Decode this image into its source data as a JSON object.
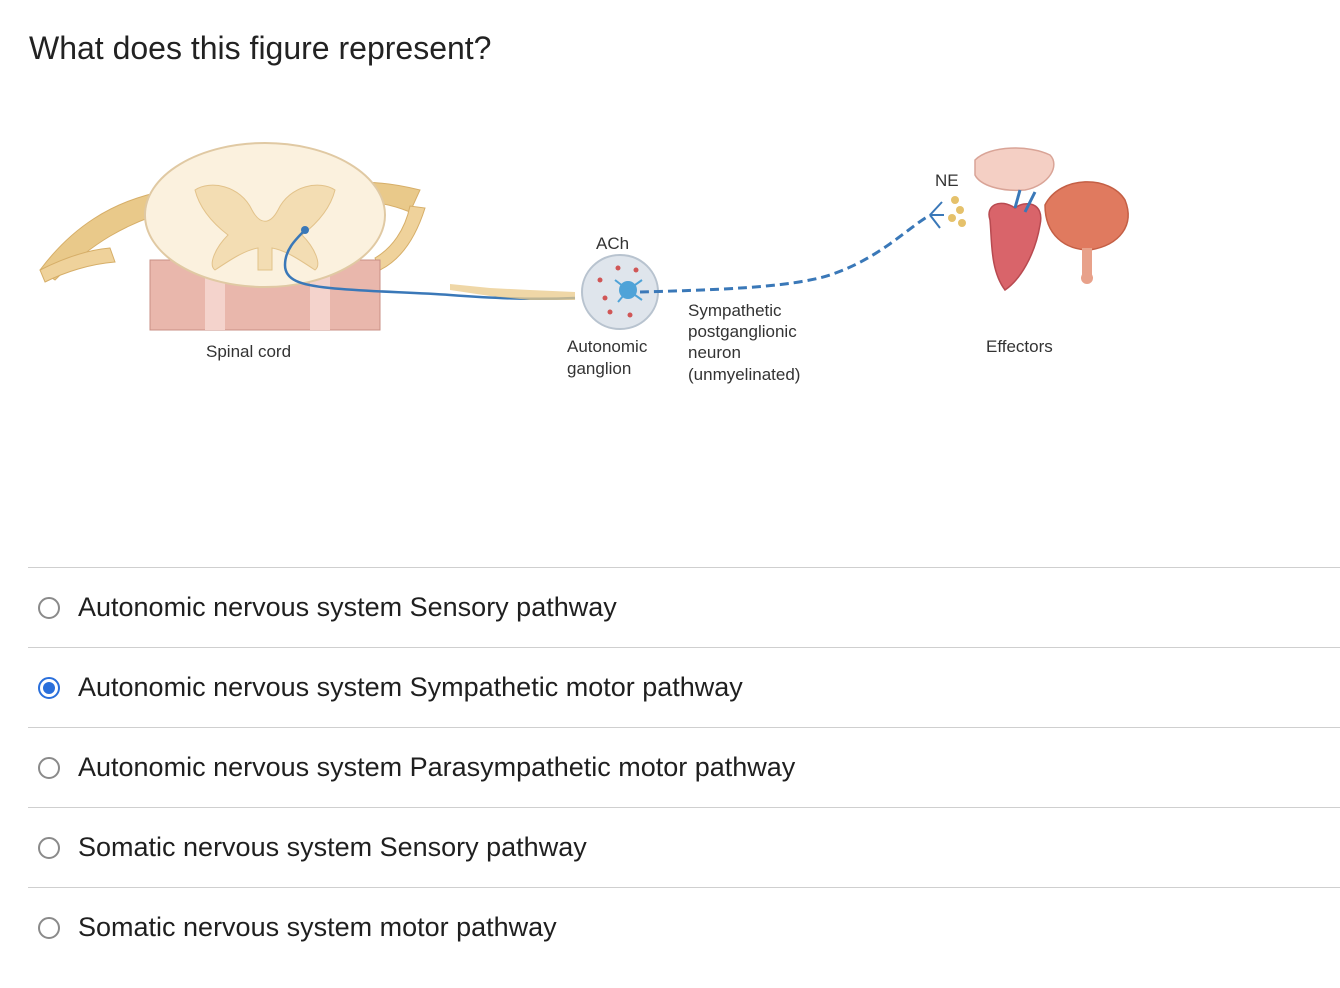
{
  "question": {
    "text": "What does this figure represent?"
  },
  "figure": {
    "labels": {
      "spinal_cord": "Spinal cord",
      "ach": "ACh",
      "ganglion_line1": "Autonomic",
      "ganglion_line2": "ganglion",
      "neuron_line1": "Sympathetic",
      "neuron_line2": "postganglionic",
      "neuron_line3": "neuron",
      "neuron_line4": "(unmyelinated)",
      "ne": "NE",
      "effectors": "Effectors"
    },
    "colors": {
      "spinal_grey": "#f3ddb3",
      "spinal_white": "#fbf1de",
      "nerve": "#e9c98a",
      "neuron": "#3a78b8",
      "heart": "#d9646a",
      "bladder": "#e07a5f"
    }
  },
  "options": [
    {
      "label": "Autonomic nervous system Sensory pathway",
      "selected": false
    },
    {
      "label": "Autonomic nervous system Sympathetic motor pathway",
      "selected": true
    },
    {
      "label": "Autonomic nervous system Parasympathetic motor pathway",
      "selected": false
    },
    {
      "label": "Somatic nervous system Sensory pathway",
      "selected": false
    },
    {
      "label": "Somatic nervous system motor pathway",
      "selected": false
    }
  ],
  "colors": {
    "accent": "#2a6fdb",
    "divider": "#cfcfcf"
  }
}
